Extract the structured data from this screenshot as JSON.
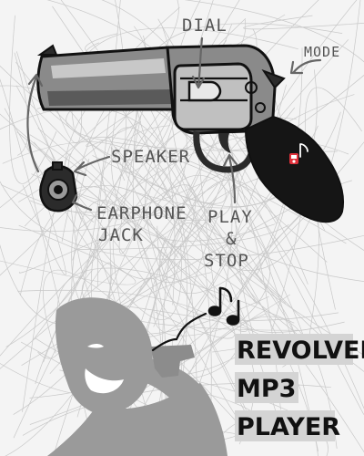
{
  "labels": {
    "dial": "DIAL",
    "mode": "MODE",
    "speaker": "SPEAKER",
    "earphone_line1": "EARPHONE",
    "earphone_line2": "JACK",
    "play_line1": "PLAY",
    "play_line2": "&",
    "play_line3": "STOP"
  },
  "title": {
    "line1": "REVOLVER",
    "line2": "MP3",
    "line3": "PLAYER"
  },
  "icons": {
    "music_note": "music-note-icon",
    "ipod_badge": "ipod-icon"
  },
  "colors": {
    "background": "#f4f4f4",
    "ink": "#111111",
    "gun_dark": "#2b2b2b",
    "gun_mid": "#8a8a8a",
    "gun_light": "#c8c8c8",
    "silhouette": "#9a9a9a",
    "label": "#555555",
    "badge": "#e0303a"
  }
}
